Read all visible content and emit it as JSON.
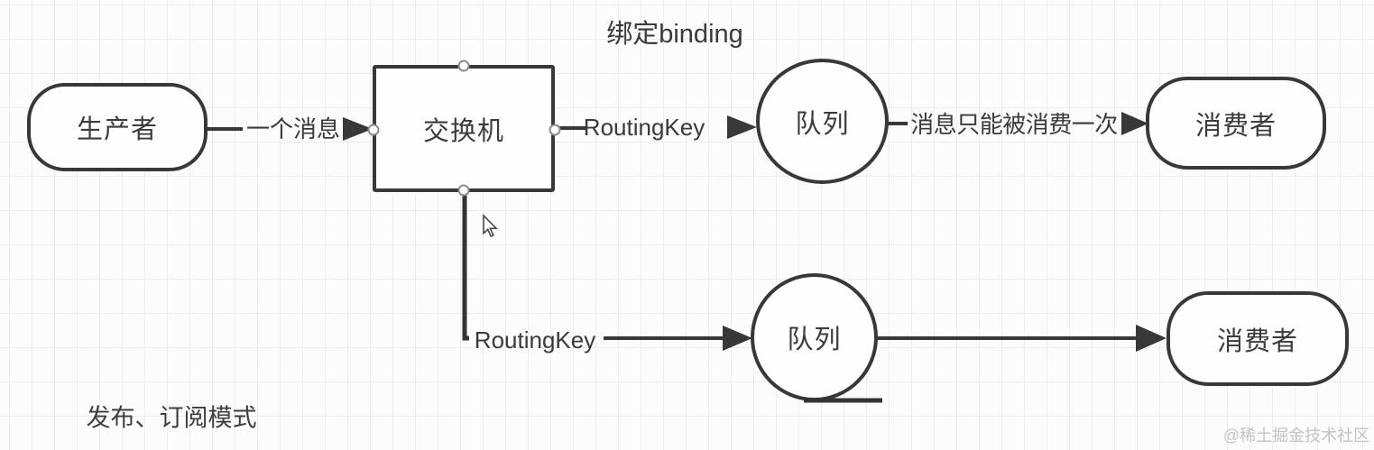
{
  "title": "绑定binding",
  "caption": "发布、订阅模式",
  "watermark": "@稀土掘金技术社区",
  "nodes": {
    "producer": "生产者",
    "exchange": "交换机",
    "queue_top": "队列",
    "queue_bottom": "队列",
    "consumer_top": "消费者",
    "consumer_bottom": "消费者"
  },
  "edge_labels": {
    "one_message": "一个消息",
    "routing_key_top": "RoutingKey",
    "consume_once": "消息只能被消费一次",
    "routing_key_bottom": "RoutingKey"
  },
  "colors": {
    "stroke": "#383838",
    "text": "#3a3a3a",
    "grid": "#ededed",
    "background": "#fcfcfc",
    "watermark": "#c3c3c3",
    "connection_dot_border": "#8d8d8d"
  }
}
